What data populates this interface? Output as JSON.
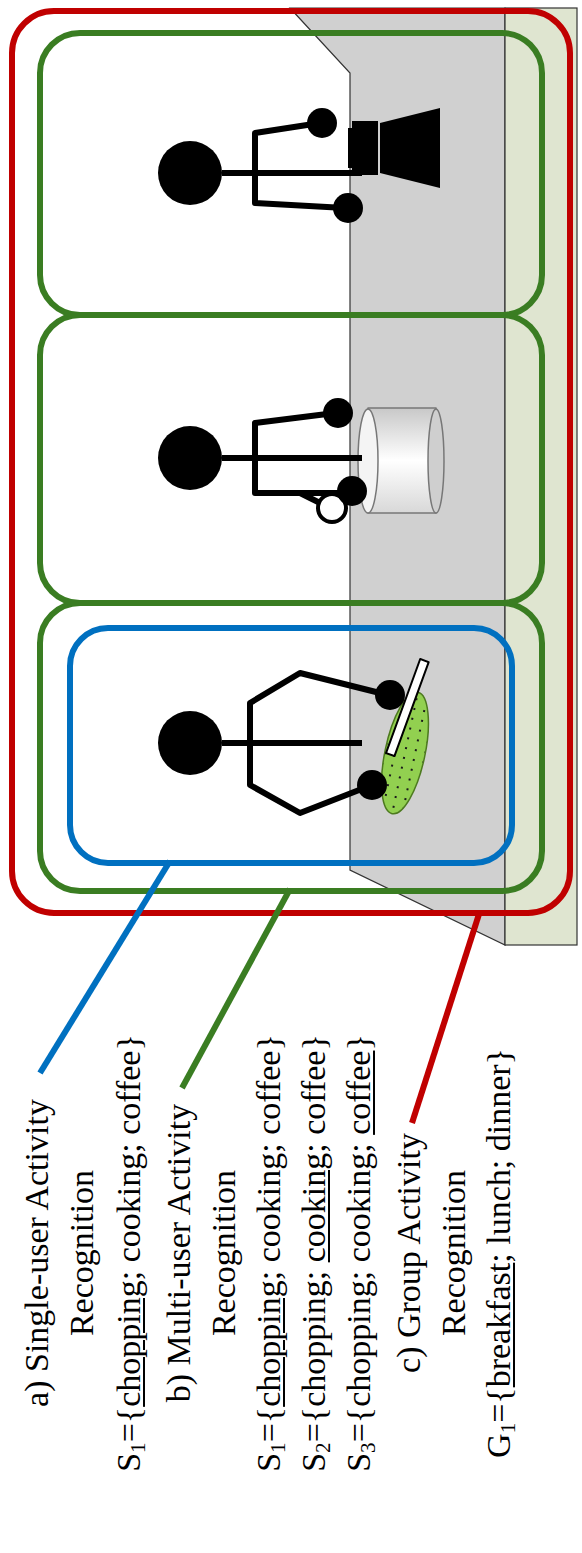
{
  "diagram": {
    "labels": [
      "a) Single-user Activity Recognition",
      "S1={chopping; cooking; coffee}",
      "b) Multi-user Activity Recognition",
      "S1={chopping; cooking; coffee}",
      "S2={chopping; cooking; coffee}",
      "S3={chopping; cooking; coffee}",
      "c) Group Activity Recognition",
      "G1={breakfast; lunch; dinner}"
    ]
  }
}
